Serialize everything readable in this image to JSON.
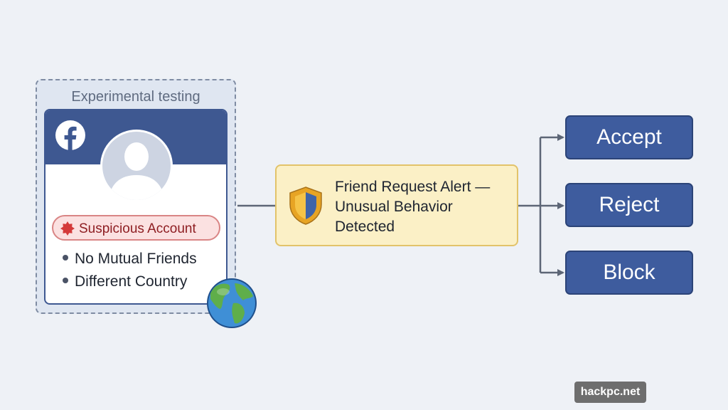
{
  "experiment": {
    "label": "Experimental testing"
  },
  "profile": {
    "badge_label": "Suspicious Account",
    "reasons": [
      "No Mutual Friends",
      "Different Country"
    ]
  },
  "alert": {
    "lines": [
      "Friend Request Alert —",
      "Unusual Behavior",
      "Detected"
    ]
  },
  "actions": [
    "Accept",
    "Reject",
    "Block"
  ],
  "watermark": "hackpc.net",
  "colors": {
    "brand_blue": "#3e5891",
    "button_blue": "#3e5c9e",
    "alert_fill": "#fbf0c6",
    "alert_border": "#e2c36a",
    "suspicious_red": "#8e1e22",
    "connector": "#5d6676"
  },
  "icons": {
    "logo": "facebook-logo",
    "avatar": "avatar-silhouette-icon",
    "badge": "warning-seal-icon",
    "shield": "shield-icon",
    "globe": "globe-icon"
  }
}
